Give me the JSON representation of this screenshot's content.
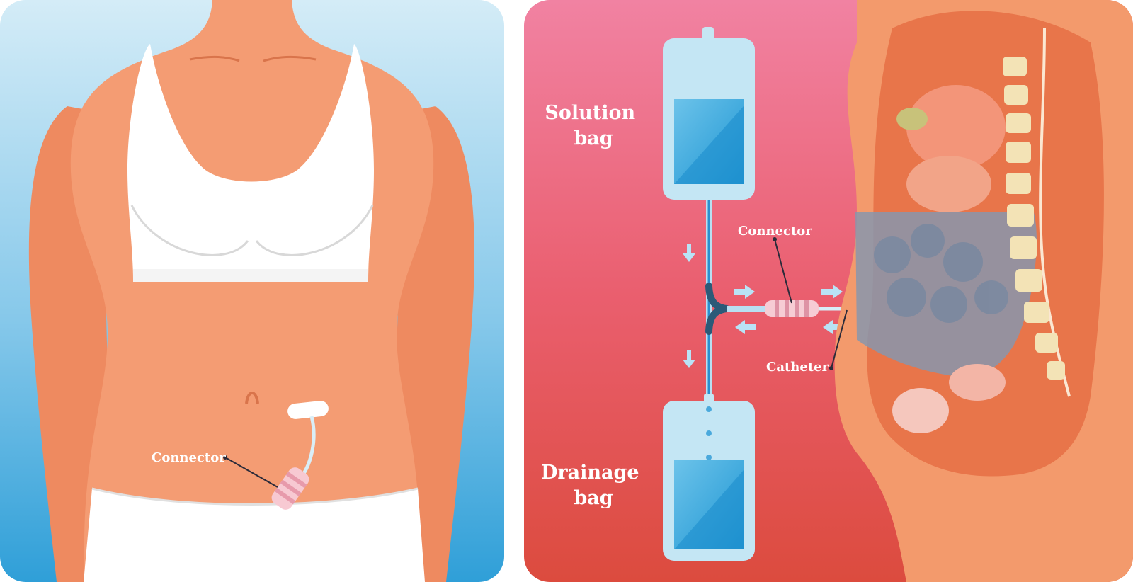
{
  "left_panel": {
    "connector_label": "Connector"
  },
  "right_panel": {
    "solution_bag_label_line1": "Solution",
    "solution_bag_label_line2": "bag",
    "drainage_bag_label_line1": "Drainage",
    "drainage_bag_label_line2": "bag",
    "connector_label": "Connector",
    "catheter_label": "Catheter"
  },
  "colors": {
    "left_bg_top": "#cfe8f5",
    "left_bg_bottom": "#3aa6dc",
    "right_bg_top": "#f07fa0",
    "right_bg_bottom": "#de4a40",
    "skin": "#f39b72",
    "skin_shadow": "#e57e55",
    "fluid": "#2a9fd9",
    "bag": "#bfe3f2",
    "connector_pink": "#f5c6cf"
  }
}
